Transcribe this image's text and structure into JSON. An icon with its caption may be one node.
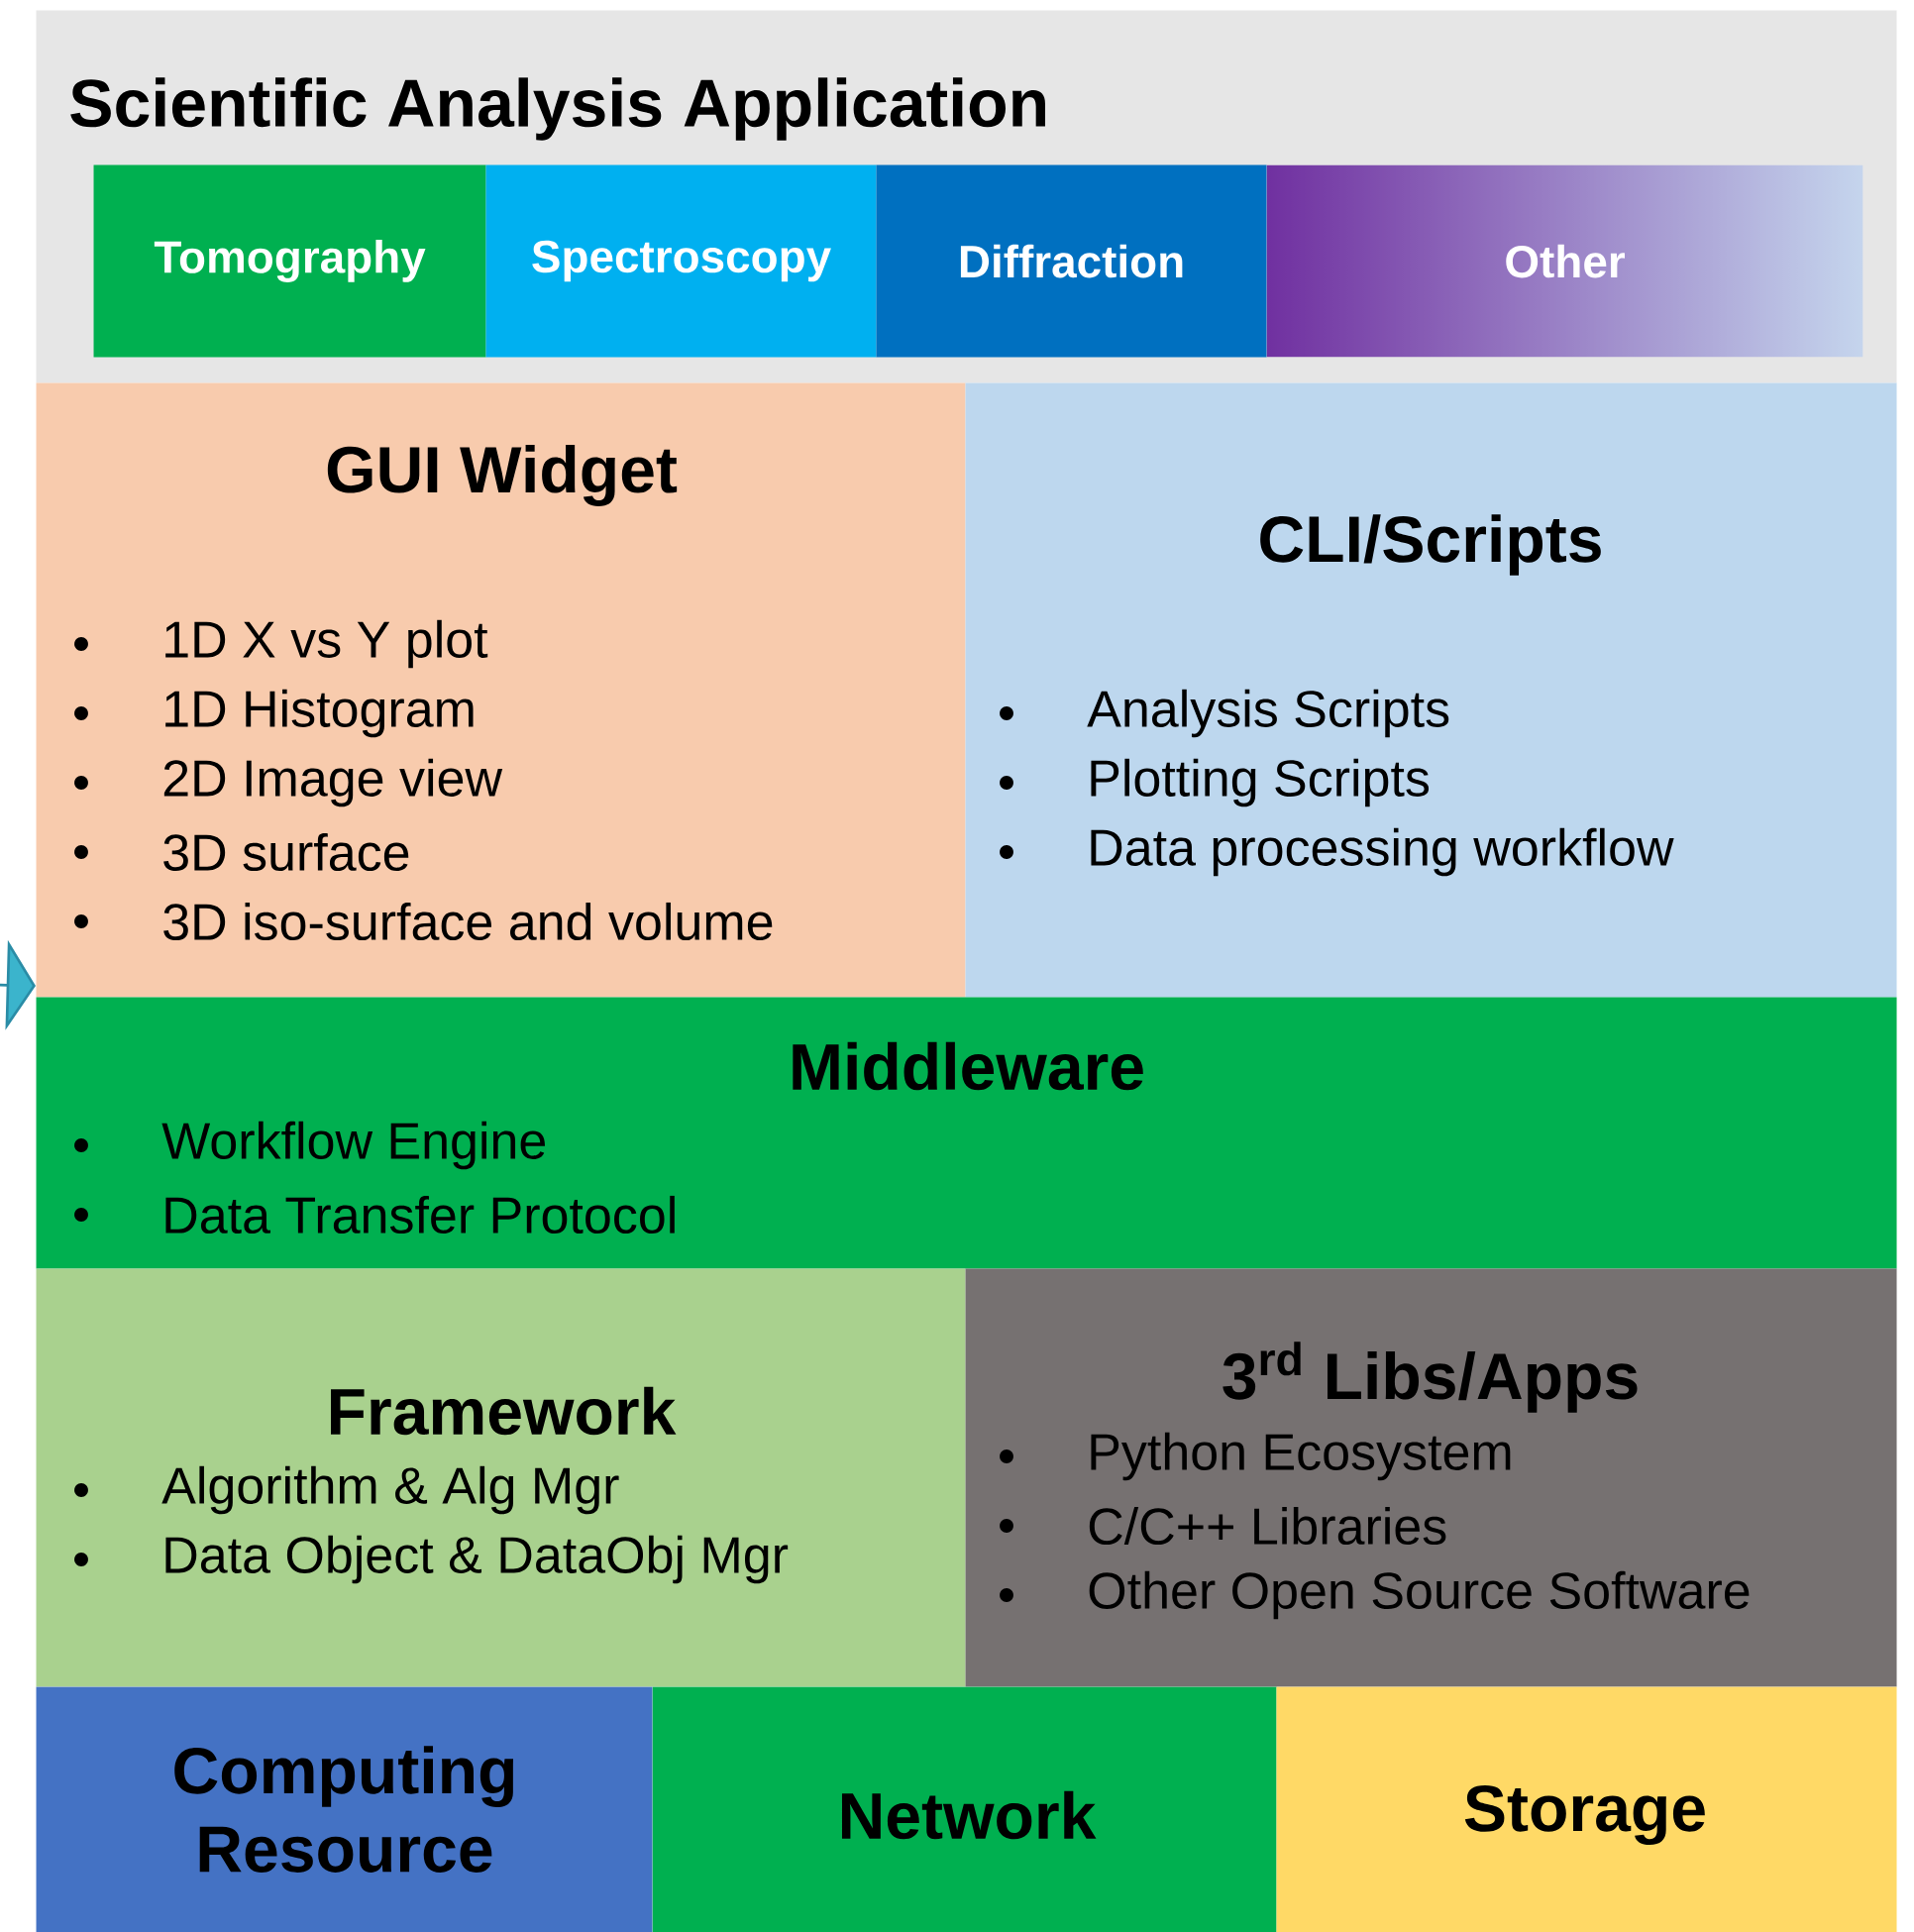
{
  "diagram": {
    "nodes": [
      {
        "text": [
          "Scientific Analysis Application"
        ]
      },
      {
        "text": [
          "Tomography"
        ],
        "in": 0
      },
      {
        "text": [
          "Spectroscopy"
        ],
        "in": 0
      },
      {
        "text": [
          "Diffraction"
        ],
        "in": 0
      },
      {
        "text": [
          "Other"
        ],
        "in": 0
      },
      {
        "text": [
          "GUI Widget",
          "1D X vs Y plot",
          "1D Histogram",
          "2D Image view",
          "3D surface",
          "3D iso-surface and volume"
        ]
      },
      {
        "text": [
          "CLI/Scripts",
          "Analysis Scripts",
          "Plotting Scripts",
          "Data processing workflow"
        ]
      },
      {
        "text": [
          "Middleware",
          "Workflow Engine",
          "Data Transfer Protocol"
        ]
      },
      {
        "text": [
          "Framework",
          "Algorithm & Alg Mgr",
          "Data Object & DataObj Mgr"
        ]
      },
      {
        "text": [
          "3$^{rd}$ Libs/Apps",
          "Python Ecosystem",
          "C/C++ Libraries",
          "Other Open Source Software"
        ]
      },
      {
        "text": [
          "Computing Resource"
        ]
      },
      {
        "text": [
          "Network"
        ]
      },
      {
        "text": [
          "Storage"
        ]
      }
    ],
    "edges": [
      {
        "from": null,
        "to": 5,
        "arrow": "to"
      }
    ]
  }
}
